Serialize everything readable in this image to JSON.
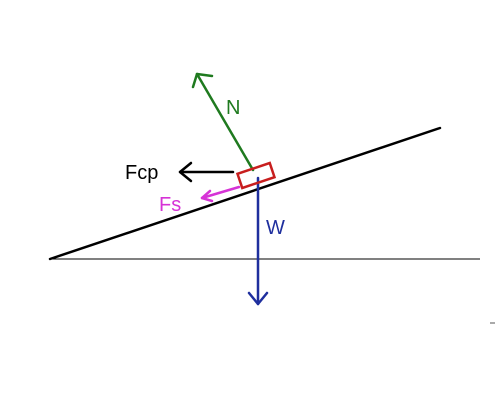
{
  "labels": {
    "normal": "N",
    "centripetal": "Fcp",
    "friction": "Fs",
    "weight": "W"
  },
  "colors": {
    "background": "#ffffff",
    "incline": "#000000",
    "horizontal": "#000000",
    "normal": "#1f7a1f",
    "centripetal": "#000000",
    "friction": "#d633d6",
    "weight": "#1f2f9e",
    "block": "#c81e1e"
  },
  "icons": {
    "block": "rectangle-block",
    "arrow_heads": "open-chevron"
  }
}
